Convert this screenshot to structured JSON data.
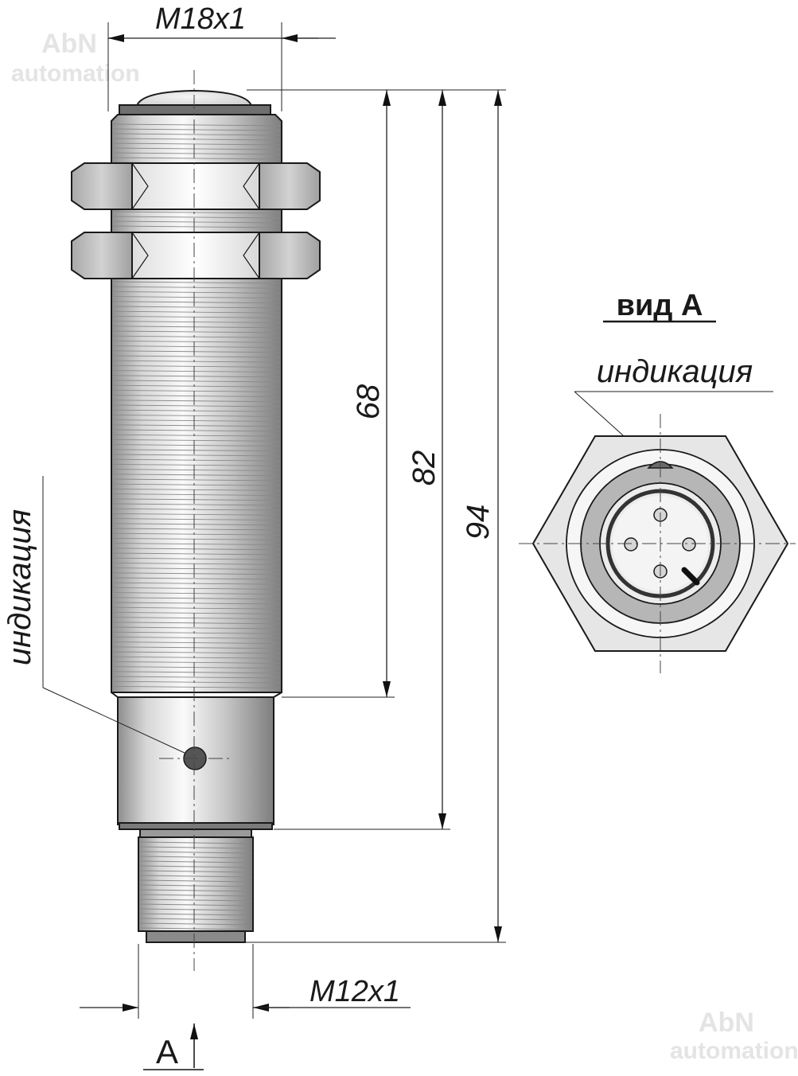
{
  "watermark": {
    "brand": "AbN",
    "tagline": "automation"
  },
  "dimensions": {
    "body_thread": "M18x1",
    "connector_thread": "M12x1",
    "length_thread": "68",
    "length_body": "82",
    "length_total": "94"
  },
  "labels": {
    "view_a_title": "вид А",
    "indication_side": "индикация",
    "indication_view": "индикация",
    "view_marker": "А"
  },
  "colors": {
    "metal_light": "#f2f2f2",
    "metal_mid": "#c8c8c8",
    "metal_dark": "#8e8e8e",
    "led": "#555555",
    "outline": "#1a1a1a"
  }
}
